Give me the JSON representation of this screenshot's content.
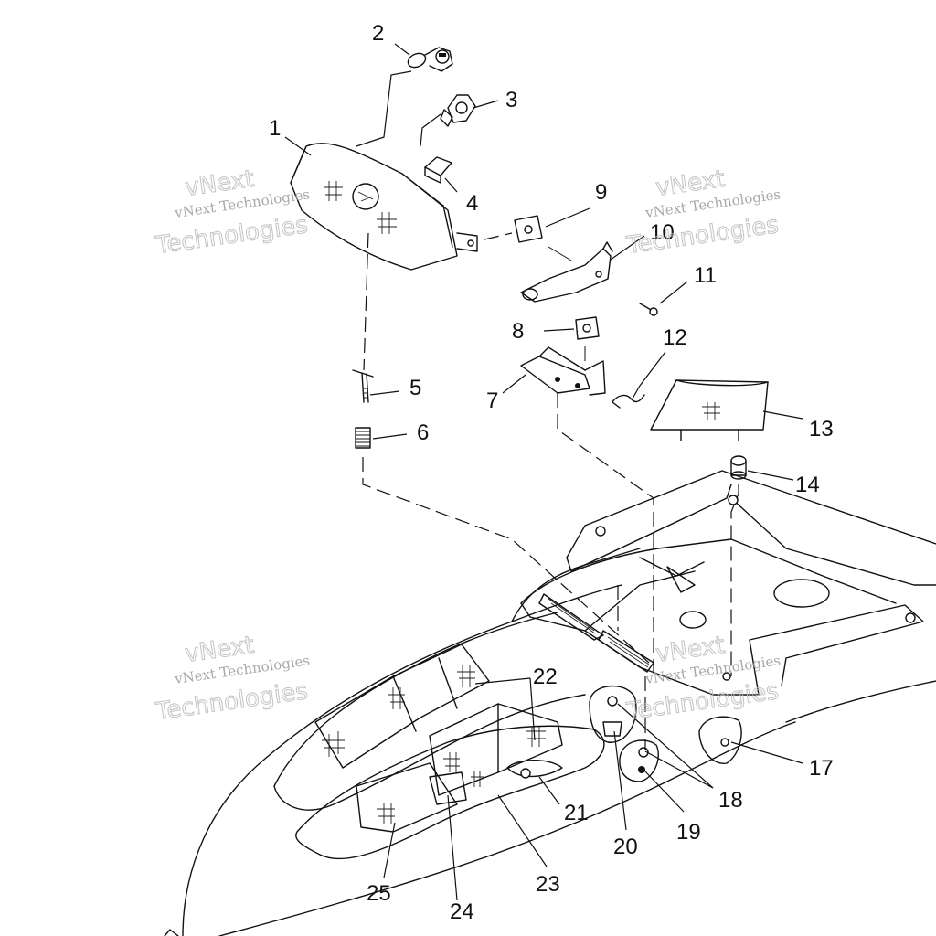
{
  "diagram": {
    "part_numbers": [
      "1",
      "2",
      "3",
      "4",
      "5",
      "6",
      "7",
      "8",
      "9",
      "10",
      "11",
      "12",
      "13",
      "14",
      "17",
      "18",
      "19",
      "20",
      "21",
      "22",
      "23",
      "24",
      "25"
    ]
  },
  "watermarks": [
    {
      "brand": "vNext",
      "name": "vNext Technologies",
      "big": "Technologies"
    },
    {
      "brand": "vNext",
      "name": "vNext Technologies",
      "big": "Technologies"
    },
    {
      "brand": "vNext",
      "name": "vNext Technologies",
      "big": "Technologies"
    },
    {
      "brand": "vNext",
      "name": "vNext Technologies",
      "big": "Technologies"
    }
  ]
}
